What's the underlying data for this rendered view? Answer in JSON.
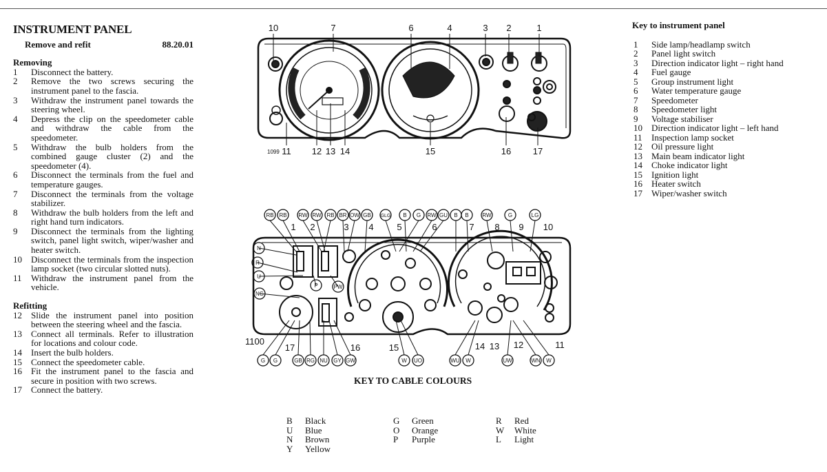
{
  "heading": "INSTRUMENT PANEL",
  "operation": "Remove and refit",
  "op_code": "88.20.01",
  "removing": {
    "title": "Removing",
    "steps": [
      {
        "n": "1",
        "t": "Disconnect the battery."
      },
      {
        "n": "2",
        "t": "Remove the two screws securing the instrument panel to the fascia."
      },
      {
        "n": "3",
        "t": "Withdraw the instrument panel towards the steering wheel."
      },
      {
        "n": "4",
        "t": "Depress the clip on the speedometer cable and withdraw the cable from the speedometer."
      },
      {
        "n": "5",
        "t": "Withdraw the bulb holders from the combined gauge cluster (2) and the speedometer (4)."
      },
      {
        "n": "6",
        "t": "Disconnect the terminals from the fuel and temperature gauges."
      },
      {
        "n": "7",
        "t": "Disconnect the terminals from the voltage stabilizer."
      },
      {
        "n": "8",
        "t": "Withdraw the bulb holders from the left and right hand turn indicators."
      },
      {
        "n": "9",
        "t": "Disconnect the terminals from the lighting switch, panel light switch, wiper/washer and heater switch."
      },
      {
        "n": "10",
        "t": "Disconnect the terminals from the inspection lamp socket (two circular slotted nuts)."
      },
      {
        "n": "11",
        "t": "Withdraw the instrument panel from the vehicle."
      }
    ]
  },
  "refitting": {
    "title": "Refitting",
    "steps": [
      {
        "n": "12",
        "t": "Slide the instrument panel into position between the steering wheel and the fascia."
      },
      {
        "n": "13",
        "t": "Connect all terminals. Refer to illustration for locations and colour code."
      },
      {
        "n": "14",
        "t": "Insert the bulb holders."
      },
      {
        "n": "15",
        "t": "Connect the speedometer cable."
      },
      {
        "n": "16",
        "t": "Fit the instrument panel to the fascia and secure in position with two screws."
      },
      {
        "n": "17",
        "t": "Connect the battery."
      }
    ]
  },
  "key_panel": {
    "title": "Key to instrument panel",
    "items": [
      {
        "n": "1",
        "t": "Side lamp/headlamp switch"
      },
      {
        "n": "2",
        "t": "Panel light switch"
      },
      {
        "n": "3",
        "t": "Direction indicator light – right hand"
      },
      {
        "n": "4",
        "t": "Fuel gauge"
      },
      {
        "n": "5",
        "t": "Group instrument light"
      },
      {
        "n": "6",
        "t": "Water temperature gauge"
      },
      {
        "n": "7",
        "t": "Speedometer"
      },
      {
        "n": "8",
        "t": "Speedometer light"
      },
      {
        "n": "9",
        "t": "Voltage stabiliser"
      },
      {
        "n": "10",
        "t": "Direction indicator light – left hand"
      },
      {
        "n": "11",
        "t": "Inspection lamp socket"
      },
      {
        "n": "12",
        "t": "Oil pressure light"
      },
      {
        "n": "13",
        "t": "Main beam indicator light"
      },
      {
        "n": "14",
        "t": "Choke indicator light"
      },
      {
        "n": "15",
        "t": "Ignition light"
      },
      {
        "n": "16",
        "t": "Heater switch"
      },
      {
        "n": "17",
        "t": "Wiper/washer switch"
      }
    ]
  },
  "figure1": {
    "number": "1099",
    "top_callouts": [
      "10",
      "7",
      "6",
      "4",
      "3",
      "2",
      "1"
    ],
    "bottom_callouts": [
      "11",
      "12",
      "13",
      "14",
      "15",
      "16",
      "17"
    ]
  },
  "figure2": {
    "number": "1100",
    "top_cables": [
      "RB",
      "RB",
      "RW",
      "RW",
      "RB",
      "BR",
      "OW",
      "GB",
      "GLG",
      "B",
      "G",
      "RW",
      "GU",
      "B",
      "B",
      "RW",
      "G",
      "LG"
    ],
    "top_callouts": [
      "1",
      "2",
      "3",
      "4",
      "5",
      "6",
      "7",
      "8",
      "9",
      "10"
    ],
    "left_cables": [
      "N",
      "R",
      "U",
      "NG",
      "P",
      "PW"
    ],
    "bottom_cables": [
      "G",
      "G",
      "GB",
      "RG",
      "NU",
      "GY",
      "GW",
      "W",
      "UO",
      "WU",
      "W",
      "UW",
      "WN",
      "W"
    ],
    "bottom_callouts": [
      "17",
      "16",
      "15",
      "14",
      "13",
      "12",
      "11"
    ]
  },
  "cable_key": {
    "title": "KEY TO CABLE COLOURS",
    "columns": [
      [
        {
          "c": "B",
          "t": "Black"
        },
        {
          "c": "U",
          "t": "Blue"
        },
        {
          "c": "N",
          "t": "Brown"
        },
        {
          "c": "Y",
          "t": "Yellow"
        }
      ],
      [
        {
          "c": "G",
          "t": "Green"
        },
        {
          "c": "O",
          "t": "Orange"
        },
        {
          "c": "P",
          "t": "Purple"
        }
      ],
      [
        {
          "c": "R",
          "t": "Red"
        },
        {
          "c": "W",
          "t": "White"
        },
        {
          "c": "L",
          "t": "Light"
        }
      ]
    ]
  }
}
